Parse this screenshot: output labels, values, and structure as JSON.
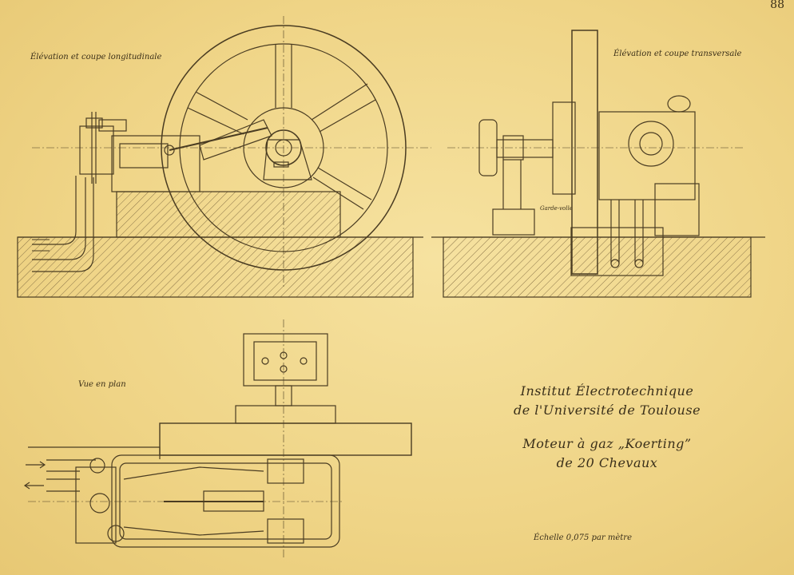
{
  "page_number": "88",
  "views": {
    "longitudinal": "Élévation et coupe longitudinale",
    "transversal": "Élévation et coupe transversale",
    "plan": "Vue en plan",
    "guard_label": "Garde-volle"
  },
  "title": {
    "line1": "Institut Électrotechnique",
    "line2": "de l'Université de Toulouse",
    "line3": "Moteur à gaz „Koerting”",
    "line4": "de 20 Chevaux"
  },
  "scale": "Échelle 0,075 par mètre",
  "colors": {
    "paper": "#f1d98e",
    "ink": "#4a3c22"
  }
}
